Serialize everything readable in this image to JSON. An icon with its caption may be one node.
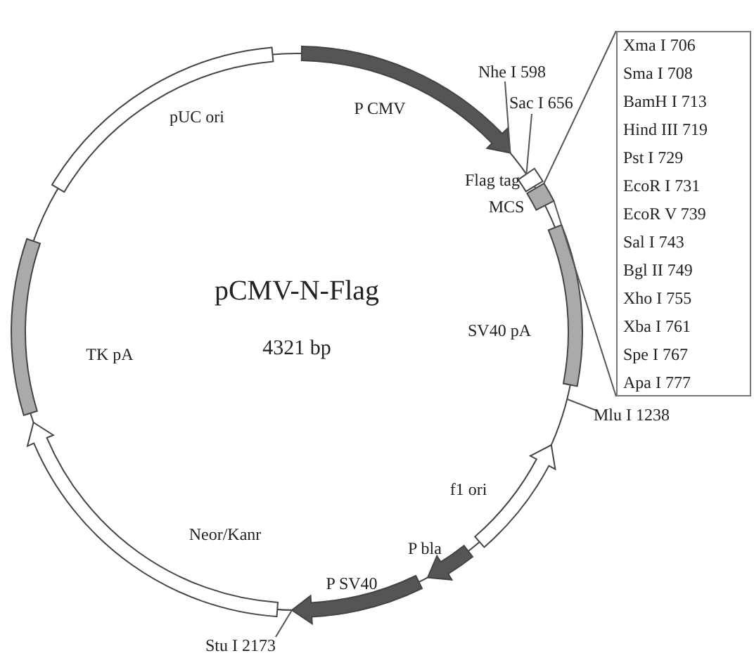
{
  "diagram": {
    "nodes": [
      {
        "text": [],
        "shape": "bar",
        "beside": [
          "pUC ori"
        ]
      },
      {
        "text": [],
        "shape": "arrow",
        "beside": [
          "P CMV"
        ]
      },
      {
        "text": [
          "Nhe I 598"
        ]
      },
      {
        "text": [
          "Sac I 656"
        ]
      },
      {
        "text": [],
        "shape": "box",
        "beside": [
          "Flag tag"
        ]
      },
      {
        "text": [],
        "shape": "box",
        "beside": [
          "MCS"
        ]
      },
      {
        "text": [
          "Xma I 706",
          "Sma I 708",
          "BamH I 713",
          "Hind III 719",
          "Pst I 729",
          "EcoR I 731",
          "EcoR V 739",
          "Sal I 743",
          "Bgl II 749",
          "Xho I 755",
          "Xba I 761",
          "Spe I 767",
          "Apa I 777"
        ]
      },
      {
        "text": [],
        "shape": "bar",
        "beside": [
          "SV40 pA"
        ]
      },
      {
        "text": [
          "Mlu I 1238"
        ]
      },
      {
        "text": [],
        "shape": "arrow",
        "beside": [
          "f1 ori"
        ]
      },
      {
        "text": [],
        "shape": "arrow",
        "beside": [
          "P bla"
        ]
      },
      {
        "text": [],
        "shape": "arrow",
        "beside": [
          "P SV40"
        ]
      },
      {
        "text": [
          "Stu I 2173"
        ]
      },
      {
        "text": [],
        "shape": "arrow",
        "beside": [
          "Neor/Kanr"
        ]
      },
      {
        "text": [],
        "shape": "bar",
        "beside": [
          "TK pA"
        ]
      }
    ],
    "edges": [
      {
        "from": 2,
        "to": 1,
        "arrow": "none"
      },
      {
        "from": 3,
        "to": 4,
        "arrow": "none"
      },
      {
        "from": 5,
        "to": 6,
        "arrow": "none"
      },
      {
        "from": 5,
        "to": 6,
        "arrow": "none"
      },
      {
        "from": 8,
        "to": null,
        "arrow": "none"
      },
      {
        "from": 12,
        "to": 11,
        "arrow": "none"
      }
    ],
    "labels": [
      "pCMV-N-Flag",
      "4321 bp"
    ]
  }
}
